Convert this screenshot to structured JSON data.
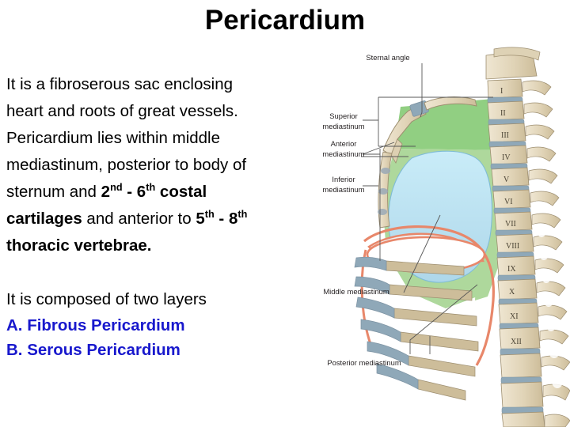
{
  "slide": {
    "title": "Pericardium",
    "background_color": "#ffffff",
    "title_color": "#000000",
    "accent_blue": "#1818cd"
  },
  "body": {
    "paragraph_runs": [
      {
        "text": "It is a fibroserous sac enclosing heart and roots of great vessels. Pericardium lies within middle mediastinum, posterior to body of sternum and ",
        "bold": false
      },
      {
        "text": "2",
        "bold": true
      },
      {
        "text": "nd",
        "bold": true,
        "sup": true
      },
      {
        "text": " - 6",
        "bold": true
      },
      {
        "text": "th",
        "bold": true,
        "sup": true
      },
      {
        "text": " costal cartilages",
        "bold": true
      },
      {
        "text": " and anterior to ",
        "bold": false
      },
      {
        "text": "5",
        "bold": true
      },
      {
        "text": "th",
        "bold": true,
        "sup": true
      },
      {
        "text": " - 8",
        "bold": true
      },
      {
        "text": "th",
        "bold": true,
        "sup": true
      },
      {
        "text": " thoracic vertebrae.",
        "bold": true
      }
    ],
    "line1": "It is a fibroserous sac enclosing",
    "line2": "heart and roots of great vessels.",
    "line3": "Pericardium lies within middle",
    "line4": "mediastinum, posterior to body of",
    "line5_plain": "sternum and ",
    "line5_bold_a": "2",
    "line5_sup_a": "nd",
    "line5_bold_b": " - 6",
    "line5_sup_b": "th",
    "line5_bold_c": " costal",
    "line6_bold_a": "cartilages",
    "line6_plain": " and anterior to ",
    "line6_bold_b": "5",
    "line6_sup_a": "th",
    "line6_bold_c": " - 8",
    "line6_sup_b": "th",
    "line7_bold": "thoracic vertebrae.",
    "layers_intro": "It is composed of two layers",
    "layers": [
      "A. Fibrous Pericardium",
      "B. Serous Pericardium"
    ]
  },
  "figure": {
    "name": "mediastinum-sagittal-anatomy-diagram",
    "labels": [
      "Sternal angle",
      "Superior",
      "mediastinum",
      "Anterior",
      "mediastinum",
      "Inferior",
      "mediastinum",
      "Middle mediastinum",
      "Posterior mediastinum"
    ],
    "label_sternal_angle": "Sternal angle",
    "label_superior_1": "Superior",
    "label_superior_2": "mediastinum",
    "label_anterior_1": "Anterior",
    "label_anterior_2": "mediastinum",
    "label_inferior_1": "Inferior",
    "label_inferior_2": "mediastinum",
    "label_middle": "Middle mediastinum",
    "label_posterior": "Posterior mediastinum",
    "vertebra_numerals": [
      "I",
      "II",
      "III",
      "IV",
      "V",
      "VI",
      "VII",
      "VIII",
      "IX",
      "X",
      "XI",
      "XII"
    ],
    "colors": {
      "mediastinum_green_upper": "#8fce7f",
      "mediastinum_green_lower": "#aed89c",
      "pericardium_blue": "#b8dff0",
      "bone": "#e2d6bb",
      "cartilage_blue": "#8fa8b8",
      "diaphragm_orange": "#e8876a",
      "label_text": "#231f20"
    }
  }
}
